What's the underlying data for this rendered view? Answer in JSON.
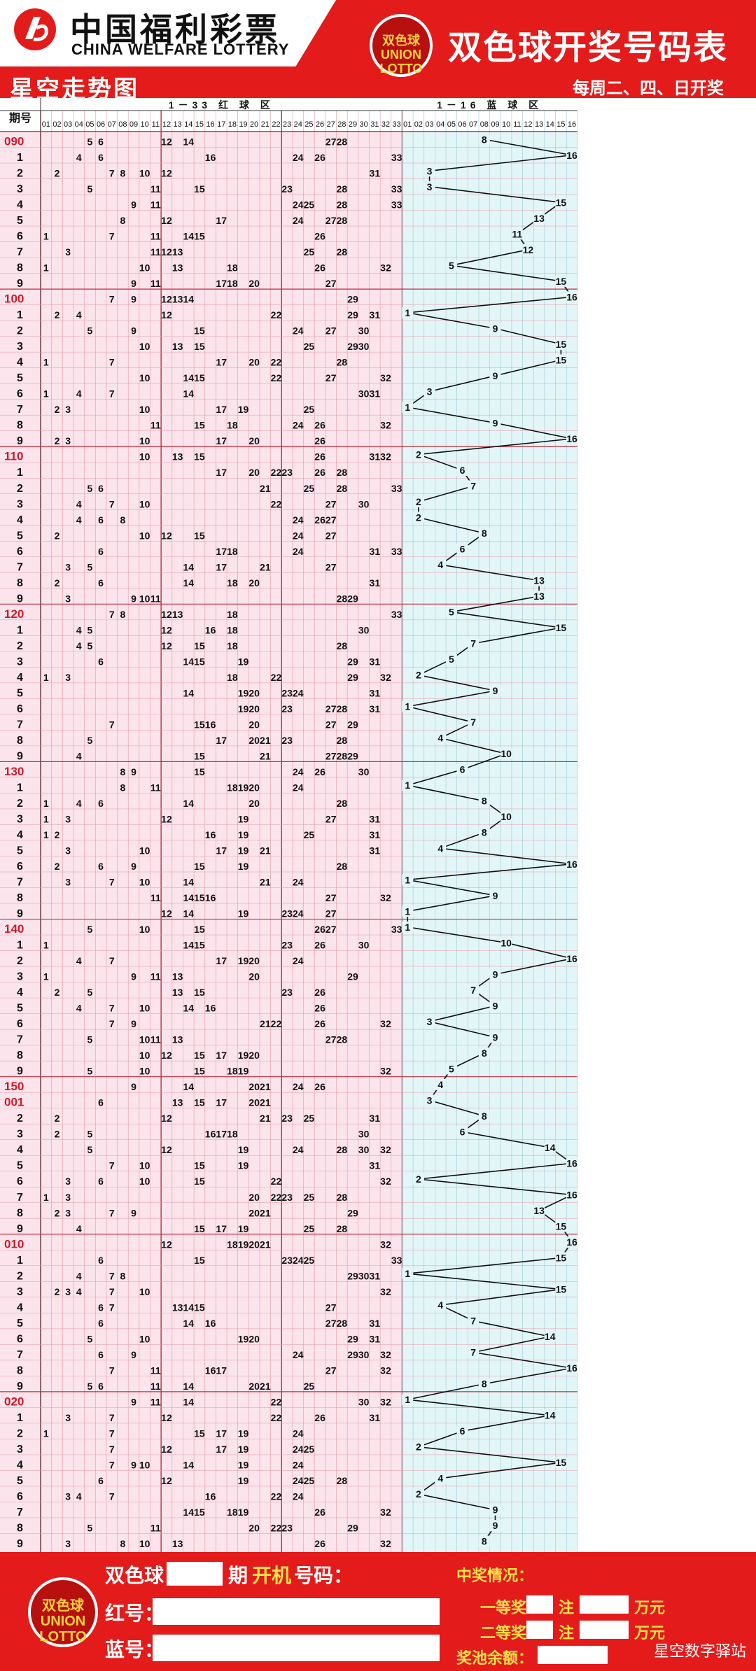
{
  "header": {
    "brand_cn": "中国福利彩票",
    "brand_en": "CHINA WELFARE LOTTERY",
    "subtitle": "星空走势图",
    "emblem_text": "双色球 UNION LOTTO",
    "title": "双色球开奖号码表",
    "draw_days": "每周二、四、日开奖"
  },
  "table": {
    "period_header": "期号",
    "red_zone_title": "1－33 红 球 区",
    "blue_zone_title": "1－16 蓝 球 区",
    "red_columns": [
      "01",
      "02",
      "03",
      "04",
      "05",
      "06",
      "07",
      "08",
      "09",
      "10",
      "11",
      "12",
      "13",
      "14",
      "15",
      "16",
      "17",
      "18",
      "19",
      "20",
      "21",
      "22",
      "23",
      "24",
      "25",
      "26",
      "27",
      "28",
      "29",
      "30",
      "31",
      "32",
      "33"
    ],
    "blue_columns": [
      "01",
      "02",
      "03",
      "04",
      "05",
      "06",
      "07",
      "08",
      "09",
      "10",
      "11",
      "12",
      "13",
      "14",
      "15",
      "16"
    ],
    "rows": [
      {
        "p": "090",
        "red": [
          5,
          6,
          12,
          14,
          27,
          28
        ],
        "blue": 8
      },
      {
        "p": "1",
        "red": [
          4,
          6,
          16,
          24,
          26,
          33
        ],
        "blue": 16
      },
      {
        "p": "2",
        "red": [
          2,
          7,
          8,
          10,
          12,
          31
        ],
        "blue": 3
      },
      {
        "p": "3",
        "red": [
          5,
          11,
          15,
          23,
          28,
          33
        ],
        "blue": 3
      },
      {
        "p": "4",
        "red": [
          9,
          11,
          24,
          25,
          28,
          33
        ],
        "blue": 15
      },
      {
        "p": "5",
        "red": [
          8,
          12,
          17,
          24,
          27,
          28
        ],
        "blue": 13
      },
      {
        "p": "6",
        "red": [
          1,
          7,
          11,
          14,
          15,
          26
        ],
        "blue": 11
      },
      {
        "p": "7",
        "red": [
          3,
          11,
          12,
          13,
          25,
          28
        ],
        "blue": 12
      },
      {
        "p": "8",
        "red": [
          1,
          10,
          13,
          18,
          26,
          32
        ],
        "blue": 5
      },
      {
        "p": "9",
        "red": [
          9,
          11,
          17,
          18,
          20,
          27
        ],
        "blue": 15
      },
      {
        "p": "100",
        "red": [
          7,
          9,
          12,
          13,
          14,
          29
        ],
        "blue": 16
      },
      {
        "p": "1",
        "red": [
          2,
          4,
          12,
          22,
          29,
          31
        ],
        "blue": 1
      },
      {
        "p": "2",
        "red": [
          5,
          9,
          15,
          24,
          27,
          30
        ],
        "blue": 9
      },
      {
        "p": "3",
        "red": [
          10,
          13,
          15,
          25,
          29,
          30
        ],
        "blue": 15
      },
      {
        "p": "4",
        "red": [
          1,
          7,
          17,
          20,
          22,
          28
        ],
        "blue": 15
      },
      {
        "p": "5",
        "red": [
          10,
          14,
          15,
          22,
          27,
          32
        ],
        "blue": 9
      },
      {
        "p": "6",
        "red": [
          1,
          4,
          7,
          14,
          30,
          31
        ],
        "blue": 3
      },
      {
        "p": "7",
        "red": [
          2,
          3,
          10,
          17,
          19,
          25
        ],
        "blue": 1
      },
      {
        "p": "8",
        "red": [
          11,
          15,
          18,
          24,
          26,
          32
        ],
        "blue": 9
      },
      {
        "p": "9",
        "red": [
          2,
          3,
          10,
          17,
          20,
          26
        ],
        "blue": 16
      },
      {
        "p": "110",
        "red": [
          10,
          13,
          15,
          26,
          31,
          32
        ],
        "blue": 2
      },
      {
        "p": "1",
        "red": [
          17,
          20,
          22,
          23,
          26,
          28
        ],
        "blue": 6
      },
      {
        "p": "2",
        "red": [
          5,
          6,
          21,
          25,
          28,
          33
        ],
        "blue": 7
      },
      {
        "p": "3",
        "red": [
          4,
          7,
          10,
          22,
          27,
          30
        ],
        "blue": 2
      },
      {
        "p": "4",
        "red": [
          4,
          6,
          8,
          24,
          26,
          27
        ],
        "blue": 2
      },
      {
        "p": "5",
        "red": [
          2,
          10,
          12,
          15,
          24,
          27
        ],
        "blue": 8
      },
      {
        "p": "6",
        "red": [
          6,
          17,
          18,
          24,
          31,
          33
        ],
        "blue": 6
      },
      {
        "p": "7",
        "red": [
          3,
          5,
          14,
          17,
          21,
          27
        ],
        "blue": 4
      },
      {
        "p": "8",
        "red": [
          2,
          6,
          14,
          18,
          20,
          31
        ],
        "blue": 13
      },
      {
        "p": "9",
        "red": [
          3,
          9,
          10,
          11,
          28,
          29
        ],
        "blue": 13
      },
      {
        "p": "120",
        "red": [
          7,
          8,
          12,
          13,
          18,
          33
        ],
        "blue": 5
      },
      {
        "p": "1",
        "red": [
          4,
          5,
          12,
          16,
          18,
          30
        ],
        "blue": 15
      },
      {
        "p": "2",
        "red": [
          4,
          5,
          12,
          15,
          18,
          28
        ],
        "blue": 7
      },
      {
        "p": "3",
        "red": [
          6,
          14,
          15,
          19,
          29,
          31
        ],
        "blue": 5
      },
      {
        "p": "4",
        "red": [
          1,
          3,
          18,
          22,
          29,
          32
        ],
        "blue": 2
      },
      {
        "p": "5",
        "red": [
          14,
          19,
          20,
          23,
          24,
          31
        ],
        "blue": 9
      },
      {
        "p": "6",
        "red": [
          19,
          20,
          23,
          27,
          28,
          31
        ],
        "blue": 1
      },
      {
        "p": "7",
        "red": [
          7,
          15,
          16,
          20,
          27,
          29
        ],
        "blue": 7
      },
      {
        "p": "8",
        "red": [
          5,
          17,
          20,
          21,
          23,
          28
        ],
        "blue": 4
      },
      {
        "p": "9",
        "red": [
          4,
          15,
          21,
          27,
          28,
          29
        ],
        "blue": 10
      },
      {
        "p": "130",
        "red": [
          8,
          9,
          15,
          24,
          26,
          30
        ],
        "blue": 6
      },
      {
        "p": "1",
        "red": [
          8,
          11,
          18,
          19,
          20,
          24
        ],
        "blue": 1
      },
      {
        "p": "2",
        "red": [
          1,
          4,
          6,
          14,
          20,
          28
        ],
        "blue": 8
      },
      {
        "p": "3",
        "red": [
          1,
          3,
          12,
          19,
          27,
          31
        ],
        "blue": 10
      },
      {
        "p": "4",
        "red": [
          1,
          2,
          16,
          19,
          25,
          31
        ],
        "blue": 8
      },
      {
        "p": "5",
        "red": [
          3,
          10,
          17,
          19,
          21,
          31
        ],
        "blue": 4
      },
      {
        "p": "6",
        "red": [
          2,
          6,
          9,
          15,
          19,
          28
        ],
        "blue": 16
      },
      {
        "p": "7",
        "red": [
          3,
          7,
          10,
          14,
          21,
          24
        ],
        "blue": 1
      },
      {
        "p": "8",
        "red": [
          11,
          14,
          15,
          16,
          27,
          32
        ],
        "blue": 9
      },
      {
        "p": "9",
        "red": [
          12,
          14,
          19,
          23,
          24,
          27
        ],
        "blue": 1
      },
      {
        "p": "140",
        "red": [
          5,
          10,
          15,
          26,
          27,
          33
        ],
        "blue": 1
      },
      {
        "p": "1",
        "red": [
          1,
          14,
          15,
          23,
          26,
          30
        ],
        "blue": 10
      },
      {
        "p": "2",
        "red": [
          4,
          7,
          17,
          19,
          20,
          24
        ],
        "blue": 16
      },
      {
        "p": "3",
        "red": [
          1,
          9,
          11,
          13,
          20,
          29
        ],
        "blue": 9
      },
      {
        "p": "4",
        "red": [
          2,
          5,
          13,
          15,
          23,
          26
        ],
        "blue": 7
      },
      {
        "p": "5",
        "red": [
          4,
          7,
          10,
          14,
          16,
          26
        ],
        "blue": 9
      },
      {
        "p": "6",
        "red": [
          7,
          9,
          21,
          22,
          26,
          32
        ],
        "blue": 3
      },
      {
        "p": "7",
        "red": [
          5,
          10,
          11,
          13,
          27,
          28
        ],
        "blue": 9
      },
      {
        "p": "8",
        "red": [
          10,
          12,
          15,
          17,
          19,
          20
        ],
        "blue": 8
      },
      {
        "p": "9",
        "red": [
          5,
          10,
          15,
          18,
          19,
          32
        ],
        "blue": 5
      },
      {
        "p": "150",
        "red": [
          9,
          14,
          20,
          21,
          24,
          26
        ],
        "blue": 4
      },
      {
        "p": "001",
        "red": [
          6,
          13,
          15,
          17,
          20,
          21
        ],
        "blue": 3
      },
      {
        "p": "2",
        "red": [
          2,
          12,
          21,
          23,
          25,
          31
        ],
        "blue": 8
      },
      {
        "p": "3",
        "red": [
          2,
          5,
          16,
          17,
          18,
          30
        ],
        "blue": 6
      },
      {
        "p": "4",
        "red": [
          5,
          12,
          19,
          24,
          28,
          30,
          32
        ],
        "blue": 14
      },
      {
        "p": "5",
        "red": [
          7,
          10,
          15,
          19,
          31
        ],
        "blue": 16
      },
      {
        "p": "6",
        "red": [
          3,
          6,
          10,
          15,
          22,
          32
        ],
        "blue": 2
      },
      {
        "p": "7",
        "red": [
          1,
          3,
          20,
          22,
          23,
          25,
          28
        ],
        "blue": 16
      },
      {
        "p": "8",
        "red": [
          2,
          3,
          7,
          9,
          20,
          21,
          29
        ],
        "blue": 13
      },
      {
        "p": "9",
        "red": [
          4,
          15,
          17,
          19,
          25,
          28
        ],
        "blue": 15
      },
      {
        "p": "010",
        "red": [
          12,
          18,
          19,
          20,
          21,
          32
        ],
        "blue": 16
      },
      {
        "p": "1",
        "red": [
          6,
          15,
          23,
          24,
          25,
          33
        ],
        "blue": 15
      },
      {
        "p": "2",
        "red": [
          4,
          7,
          8,
          29,
          30,
          31
        ],
        "blue": 1
      },
      {
        "p": "3",
        "red": [
          2,
          3,
          4,
          7,
          10,
          32
        ],
        "blue": 15
      },
      {
        "p": "4",
        "red": [
          6,
          7,
          13,
          14,
          15,
          27
        ],
        "blue": 4
      },
      {
        "p": "5",
        "red": [
          6,
          14,
          16,
          27,
          28,
          31
        ],
        "blue": 7
      },
      {
        "p": "6",
        "red": [
          5,
          10,
          19,
          20,
          29,
          31
        ],
        "blue": 14
      },
      {
        "p": "7",
        "red": [
          6,
          9,
          24,
          29,
          30,
          32
        ],
        "blue": 7
      },
      {
        "p": "8",
        "red": [
          7,
          11,
          16,
          17,
          27,
          32
        ],
        "blue": 16
      },
      {
        "p": "9",
        "red": [
          5,
          6,
          11,
          14,
          20,
          21,
          25
        ],
        "blue": 8
      },
      {
        "p": "020",
        "red": [
          9,
          11,
          14,
          22,
          30,
          32
        ],
        "blue": 1
      },
      {
        "p": "1",
        "red": [
          3,
          7,
          12,
          22,
          26,
          31
        ],
        "blue": 14
      },
      {
        "p": "2",
        "red": [
          1,
          7,
          15,
          17,
          19,
          24
        ],
        "blue": 6
      },
      {
        "p": "3",
        "red": [
          7,
          12,
          17,
          19,
          24,
          25
        ],
        "blue": 2
      },
      {
        "p": "4",
        "red": [
          7,
          9,
          10,
          14,
          19,
          24
        ],
        "blue": 15
      },
      {
        "p": "5",
        "red": [
          6,
          12,
          19,
          24,
          25,
          28
        ],
        "blue": 4
      },
      {
        "p": "6",
        "red": [
          3,
          4,
          7,
          16,
          22,
          24
        ],
        "blue": 2
      },
      {
        "p": "7",
        "red": [
          14,
          15,
          18,
          19,
          26,
          32
        ],
        "blue": 9
      },
      {
        "p": "8",
        "red": [
          5,
          11,
          20,
          22,
          23,
          29
        ],
        "blue": 9
      },
      {
        "p": "9",
        "red": [
          3,
          8,
          10,
          13,
          26,
          32
        ],
        "blue": 8
      }
    ]
  },
  "footer": {
    "emblem_text": "双色球 UNION LOTTO",
    "issue_prefix": "双色球",
    "issue_suffix": "期",
    "issue_machine": "开机",
    "issue_numbers": "号码：",
    "red_label": "红号：",
    "blue_label": "蓝号：",
    "prize_title": "中奖情况：",
    "first_prize": "一等奖",
    "second_prize": "二等奖",
    "bets_unit": "注",
    "money_unit": "万元",
    "pool_label": "奖池余额：",
    "watermark": "星空数字驿站"
  },
  "colors": {
    "brand_red": "#e31b1b",
    "red_zone_bg": "#fbe4ec",
    "blue_zone_bg": "#e3f6f7",
    "grid_red": "#e59aa8",
    "grid_blue": "#9cc7d4"
  }
}
